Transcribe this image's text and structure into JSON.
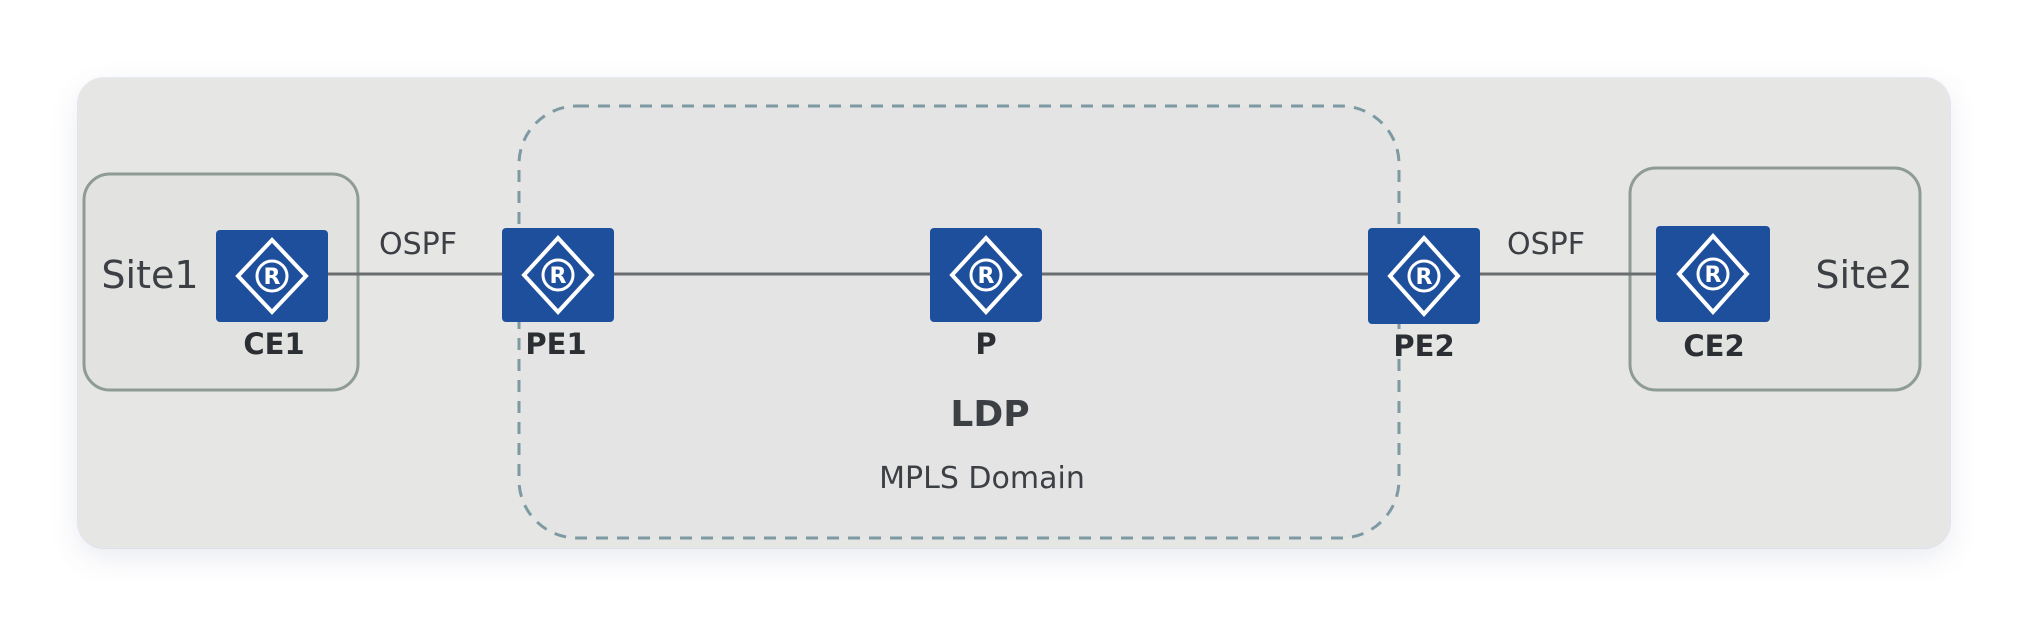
{
  "diagram": {
    "sites": [
      {
        "id": "site1",
        "label": "Site1"
      },
      {
        "id": "site2",
        "label": "Site2"
      }
    ],
    "nodes": [
      {
        "id": "ce1",
        "label": "CE1",
        "glyph": "R"
      },
      {
        "id": "pe1",
        "label": "PE1",
        "glyph": "R"
      },
      {
        "id": "p",
        "label": "P",
        "glyph": "R"
      },
      {
        "id": "pe2",
        "label": "PE2",
        "glyph": "R"
      },
      {
        "id": "ce2",
        "label": "CE2",
        "glyph": "R"
      }
    ],
    "links": [
      {
        "from": "ce1",
        "to": "pe1",
        "label": "OSPF"
      },
      {
        "from": "pe1",
        "to": "p",
        "label": ""
      },
      {
        "from": "p",
        "to": "pe2",
        "label": ""
      },
      {
        "from": "pe2",
        "to": "ce2",
        "label": "OSPF"
      }
    ],
    "domain": {
      "protocol": "LDP",
      "name": "MPLS Domain"
    },
    "colors": {
      "router": "#1e4f9c",
      "background": "#e6e6e4",
      "domain_border": "#7d9aa3",
      "site_border": "#8f9b95"
    }
  }
}
